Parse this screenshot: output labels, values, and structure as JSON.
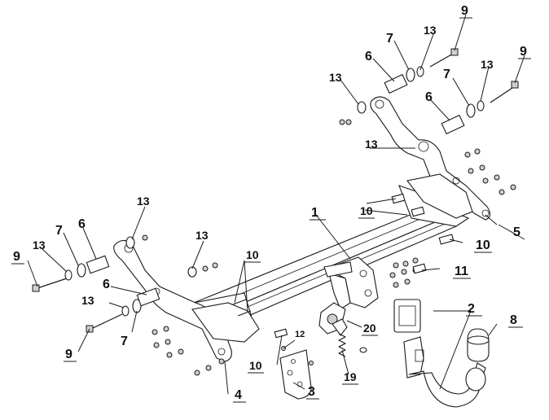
{
  "callouts": [
    {
      "id": "c1",
      "text": "1"
    },
    {
      "id": "c2",
      "text": "2"
    },
    {
      "id": "c3",
      "text": "3"
    },
    {
      "id": "c4",
      "text": "4"
    },
    {
      "id": "c5",
      "text": "5"
    },
    {
      "id": "c6a",
      "text": "6"
    },
    {
      "id": "c6b",
      "text": "6"
    },
    {
      "id": "c6c",
      "text": "6"
    },
    {
      "id": "c6d",
      "text": "6"
    },
    {
      "id": "c7a",
      "text": "7"
    },
    {
      "id": "c7b",
      "text": "7"
    },
    {
      "id": "c7c",
      "text": "7"
    },
    {
      "id": "c7d",
      "text": "7"
    },
    {
      "id": "c8",
      "text": "8"
    },
    {
      "id": "c9a",
      "text": "9"
    },
    {
      "id": "c9b",
      "text": "9"
    },
    {
      "id": "c9c",
      "text": "9"
    },
    {
      "id": "c9d",
      "text": "9"
    },
    {
      "id": "c10a",
      "text": "10"
    },
    {
      "id": "c10b",
      "text": "10"
    },
    {
      "id": "c10c",
      "text": "10"
    },
    {
      "id": "c10d",
      "text": "10"
    },
    {
      "id": "c11",
      "text": "11"
    },
    {
      "id": "c12",
      "text": "12"
    },
    {
      "id": "c13a",
      "text": "13"
    },
    {
      "id": "c13b",
      "text": "13"
    },
    {
      "id": "c13c",
      "text": "13"
    },
    {
      "id": "c13d",
      "text": "13"
    },
    {
      "id": "c13e",
      "text": "13"
    },
    {
      "id": "c13f",
      "text": "13"
    },
    {
      "id": "c13g",
      "text": "13"
    },
    {
      "id": "c13h",
      "text": "13"
    },
    {
      "id": "c19",
      "text": "19"
    },
    {
      "id": "c20",
      "text": "20"
    }
  ]
}
